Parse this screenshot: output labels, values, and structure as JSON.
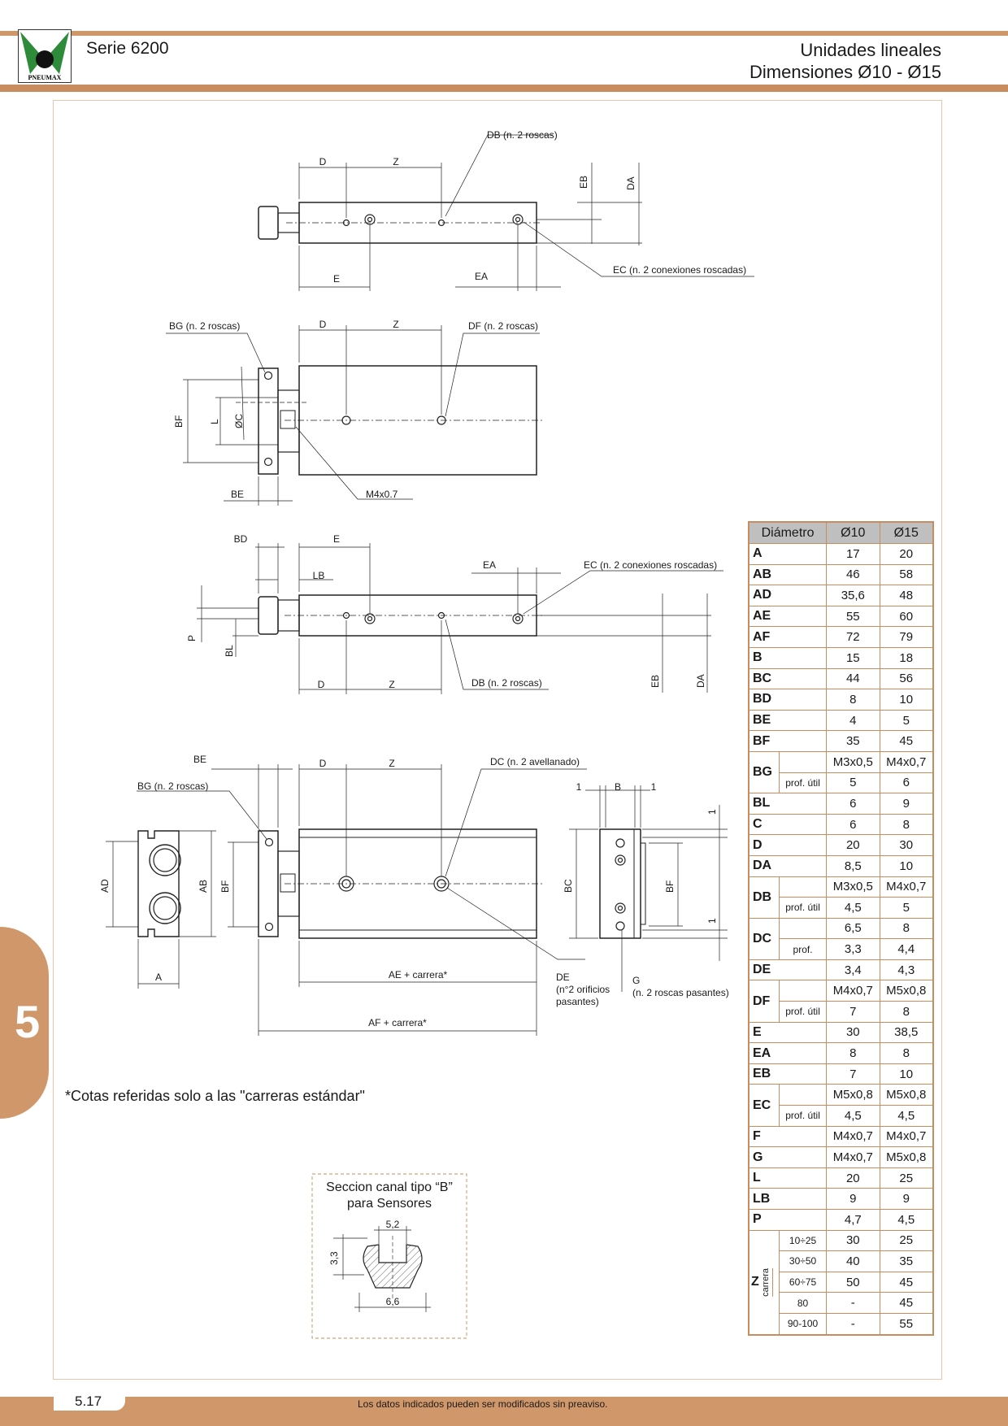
{
  "header": {
    "series": "Serie 6200",
    "title_line1": "Unidades lineales",
    "title_line2": "Dimensiones Ø10 - Ø15",
    "logo_text": "PNEUMAX"
  },
  "side_tab": "5",
  "drawing": {
    "view1": {
      "db": "DB (n. 2 roscas)",
      "d": "D",
      "z": "Z",
      "eb": "EB",
      "da": "DA",
      "e": "E",
      "ea": "EA",
      "ec": "EC (n. 2 conexiones roscadas)"
    },
    "view2": {
      "bg": "BG (n. 2 roscas)",
      "d": "D",
      "z": "Z",
      "df": "DF (n. 2 roscas)",
      "bf": "BF",
      "l": "L",
      "oc": "ØC",
      "be": "BE",
      "m4": "M4x0.7"
    },
    "view3": {
      "bd": "BD",
      "e": "E",
      "lb": "LB",
      "ea": "EA",
      "ec": "EC (n. 2 conexiones roscadas)",
      "p": "P",
      "bl": "BL",
      "d": "D",
      "z": "Z",
      "db": "DB (n. 2 roscas)",
      "eb": "EB",
      "da": "DA"
    },
    "view4": {
      "be": "BE",
      "d": "D",
      "z": "Z",
      "dc": "DC (n. 2 avellanado)",
      "bg": "BG (n. 2 roscas)",
      "one_a": "1",
      "b": "B",
      "one_b": "1",
      "one_c": "1",
      "one_d": "1",
      "ad": "AD",
      "ab": "AB",
      "bf": "BF",
      "bc": "BC",
      "bf2": "BF",
      "a": "A",
      "ae": "AE + carrera*",
      "de1": "DE",
      "de2": "(n°2 orificios",
      "de3": "pasantes)",
      "g1": "G",
      "g2": "(n. 2 roscas pasantes)",
      "af": "AF + carrera*"
    },
    "section": {
      "title1": "Seccion canal tipo “B”",
      "title2": "para Sensores",
      "w": "5,2",
      "h": "3,3",
      "bw": "6,6"
    }
  },
  "note": "*Cotas referidas solo a las \"carreras estándar\"",
  "table": {
    "head": [
      "Diámetro",
      "Ø10",
      "Ø15"
    ],
    "rows": [
      {
        "k": "A",
        "v1": "17",
        "v2": "20"
      },
      {
        "k": "AB",
        "v1": "46",
        "v2": "58"
      },
      {
        "k": "AD",
        "v1": "35,6",
        "v2": "48"
      },
      {
        "k": "AE",
        "v1": "55",
        "v2": "60"
      },
      {
        "k": "AF",
        "v1": "72",
        "v2": "79"
      },
      {
        "k": "B",
        "v1": "15",
        "v2": "18"
      },
      {
        "k": "BC",
        "v1": "44",
        "v2": "56"
      },
      {
        "k": "BD",
        "v1": "8",
        "v2": "10"
      },
      {
        "k": "BE",
        "v1": "4",
        "v2": "5"
      },
      {
        "k": "BF",
        "v1": "35",
        "v2": "45"
      },
      {
        "k": "BG",
        "s1": "",
        "v1": "M3x0,5",
        "v2": "M4x0,7",
        "s2": "prof. útil",
        "w1": "5",
        "w2": "6"
      },
      {
        "k": "BL",
        "v1": "6",
        "v2": "9"
      },
      {
        "k": "C",
        "v1": "6",
        "v2": "8"
      },
      {
        "k": "D",
        "v1": "20",
        "v2": "30"
      },
      {
        "k": "DA",
        "v1": "8,5",
        "v2": "10"
      },
      {
        "k": "DB",
        "s1": "",
        "v1": "M3x0,5",
        "v2": "M4x0,7",
        "s2": "prof. útil",
        "w1": "4,5",
        "w2": "5"
      },
      {
        "k": "DC",
        "s1": "",
        "v1": "6,5",
        "v2": "8",
        "s2": "prof.",
        "w1": "3,3",
        "w2": "4,4"
      },
      {
        "k": "DE",
        "v1": "3,4",
        "v2": "4,3"
      },
      {
        "k": "DF",
        "s1": "",
        "v1": "M4x0,7",
        "v2": "M5x0,8",
        "s2": "prof. útil",
        "w1": "7",
        "w2": "8"
      },
      {
        "k": "E",
        "v1": "30",
        "v2": "38,5"
      },
      {
        "k": "EA",
        "v1": "8",
        "v2": "8"
      },
      {
        "k": "EB",
        "v1": "7",
        "v2": "10"
      },
      {
        "k": "EC",
        "s1": "",
        "v1": "M5x0,8",
        "v2": "M5x0,8",
        "s2": "prof. útil",
        "w1": "4,5",
        "w2": "4,5"
      },
      {
        "k": "F",
        "v1": "M4x0,7",
        "v2": "M4x0,7"
      },
      {
        "k": "G",
        "v1": "M4x0,7",
        "v2": "M5x0,8"
      },
      {
        "k": "L",
        "v1": "20",
        "v2": "25"
      },
      {
        "k": "LB",
        "v1": "9",
        "v2": "9"
      },
      {
        "k": "P",
        "v1": "4,7",
        "v2": "4,5"
      }
    ],
    "z": {
      "k": "Z",
      "sub": "carrera",
      "rows": [
        {
          "r": "10÷25",
          "v1": "30",
          "v2": "25"
        },
        {
          "r": "30÷50",
          "v1": "40",
          "v2": "35"
        },
        {
          "r": "60÷75",
          "v1": "50",
          "v2": "45"
        },
        {
          "r": "80",
          "v1": "-",
          "v2": "45"
        },
        {
          "r": "90-100",
          "v1": "-",
          "v2": "55"
        }
      ]
    }
  },
  "footer": {
    "page": "5.17",
    "note": "Los datos indicados pueden ser modificados sin preaviso."
  },
  "colors": {
    "accent": "#d0976a",
    "table_head": "#bfbfbf",
    "logo_green": "#2e8b3a"
  }
}
